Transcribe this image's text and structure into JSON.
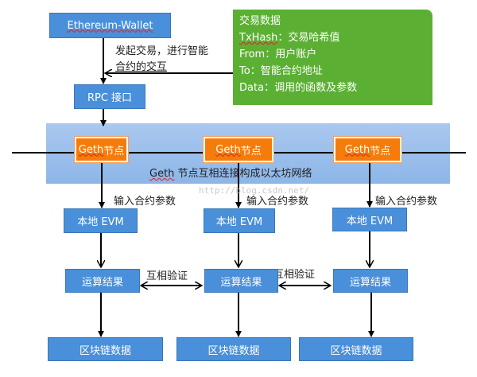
{
  "wallet": {
    "label": "Ethereum-Wallet"
  },
  "wallet_arrow_label": {
    "line1": "发起交易，进行智能",
    "line2": "合约的交互"
  },
  "rpc": {
    "label": "RPC 接口"
  },
  "tx_data": {
    "title": "交易数据",
    "fields": [
      {
        "key": "TxHash",
        "sep": "：",
        "value": "交易哈希值"
      },
      {
        "key": "From",
        "sep": "：",
        "value": "用户账户"
      },
      {
        "key": "To",
        "sep": "：",
        "value": "智能合约地址"
      },
      {
        "key": "Data",
        "sep": "：",
        "value": "调用的函数及参数"
      }
    ]
  },
  "network": {
    "caption_prefix": "Geth",
    "caption_rest": " 节点互相连接构成以太坊网络",
    "nodes": [
      {
        "prefix": "Geth",
        "rest": " 节点"
      },
      {
        "prefix": "Geth",
        "rest": " 节点"
      },
      {
        "prefix": "Geth",
        "rest": " 节点"
      }
    ]
  },
  "input_label": "输入合约参数",
  "evm": [
    "本地 EVM",
    "本地 EVM",
    "本地 EVM"
  ],
  "results": [
    "运算结果",
    "运算结果",
    "运算结果"
  ],
  "verify_label": "互相验证",
  "blockchain": [
    "区块链数据",
    "区块链数据",
    "区块链数据"
  ],
  "watermark": "http://blog.csdn.net/",
  "colors": {
    "blue": "#4a8fd9",
    "orange": "#f57c0a",
    "green": "#5bb034",
    "band": "#9dc0ec"
  }
}
